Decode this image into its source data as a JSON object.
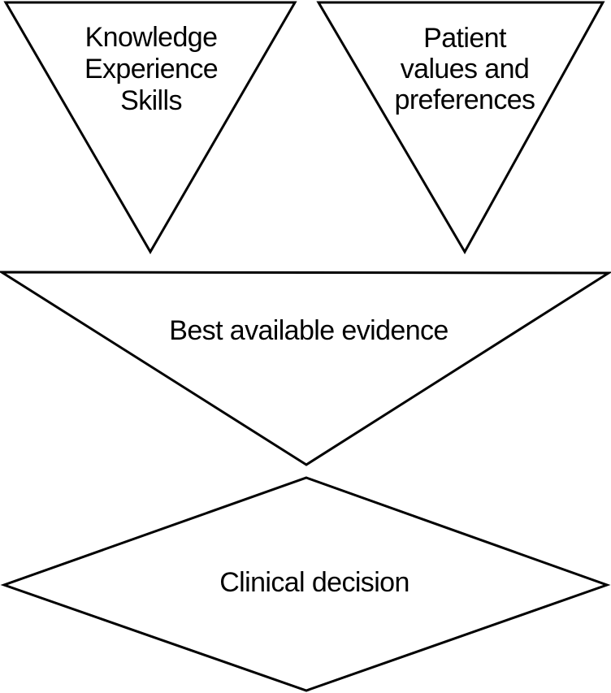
{
  "diagram": {
    "colors": {
      "stroke": "#000000",
      "text": "#000000",
      "background": "#ffffff"
    },
    "top_left_triangle": {
      "lines": [
        "Knowledge",
        "Experience",
        "Skills"
      ]
    },
    "top_right_triangle": {
      "lines": [
        "Patient",
        "values and",
        "preferences"
      ]
    },
    "middle_triangle": {
      "label": "Best available evidence"
    },
    "bottom_diamond": {
      "label": "Clinical decision"
    }
  }
}
